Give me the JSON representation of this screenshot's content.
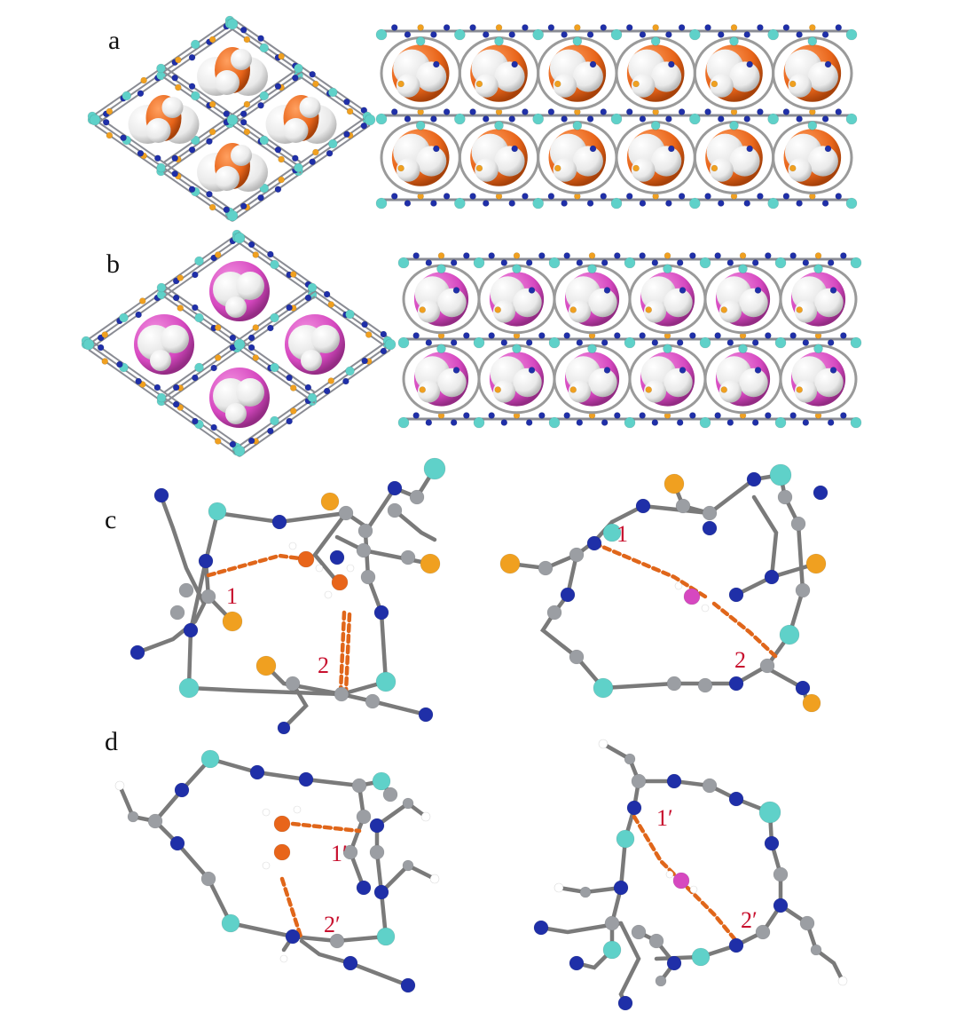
{
  "panels": [
    {
      "id": "a",
      "label": "a"
    },
    {
      "id": "b",
      "label": "b"
    },
    {
      "id": "c",
      "label": "c",
      "bond_labels": [
        "1",
        "2",
        "1",
        "2"
      ]
    },
    {
      "id": "d",
      "label": "d",
      "bond_labels": [
        "1′",
        "2′",
        "1′",
        "2′"
      ]
    }
  ],
  "colors": {
    "zn": "#5fd1c9",
    "n": "#1f2fa8",
    "c": "#9b9ea3",
    "cl": "#f0a020",
    "h": "#ffffff",
    "guest_a": "#e8651a",
    "guest_b": "#d648c0",
    "hbond": "#e0661a",
    "label": "#c8102e"
  }
}
